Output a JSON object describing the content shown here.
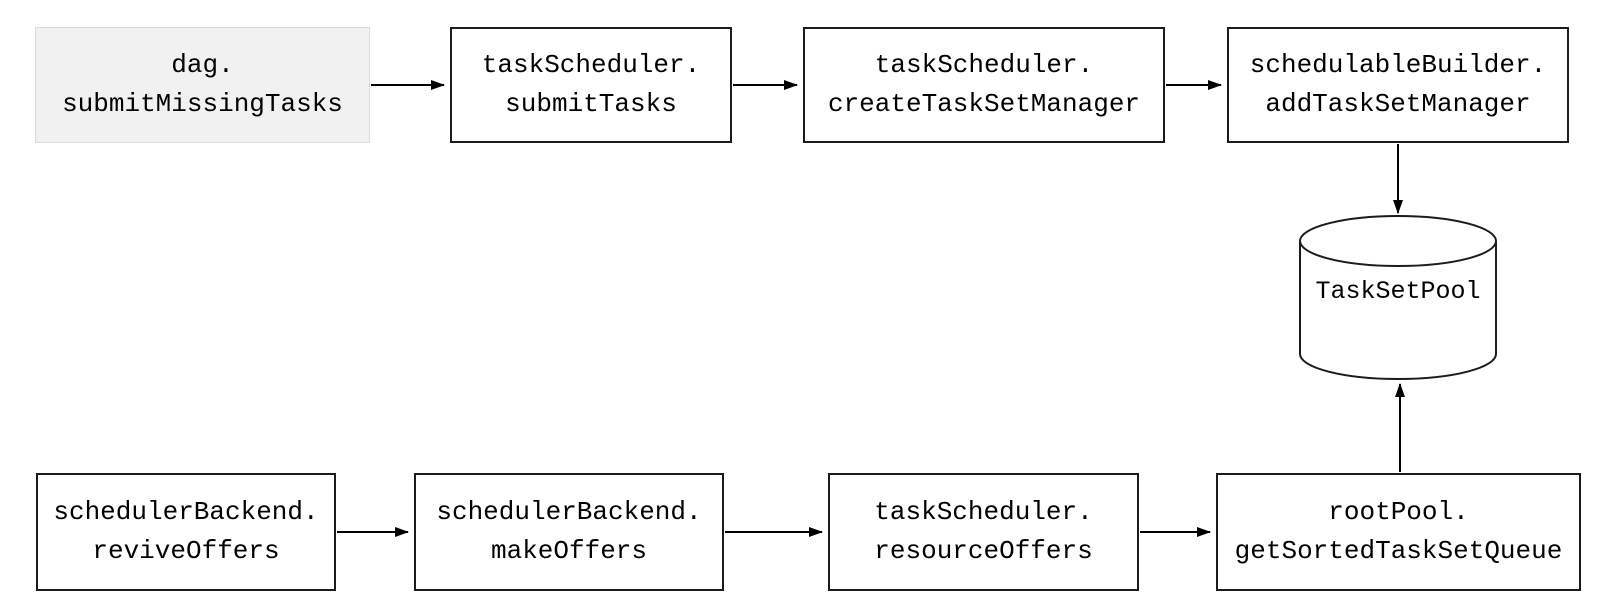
{
  "diagram": {
    "type": "flowchart",
    "background": "#ffffff",
    "colors": {
      "box_fill": "#ffffff",
      "box_border": "#1c1c1c",
      "highlight_fill": "#f1f1f1",
      "highlight_border": "#dcdcdc",
      "arrow": "#000000",
      "text": "#000000"
    },
    "nodes": [
      {
        "id": "dag.submitMissingTasks",
        "line1": "dag.",
        "line2": "submitMissingTasks",
        "shape": "rectangle",
        "variant": "highlighted"
      },
      {
        "id": "taskScheduler.submitTasks",
        "line1": "taskScheduler.",
        "line2": "submitTasks",
        "shape": "rectangle",
        "variant": "plain"
      },
      {
        "id": "taskScheduler.createTaskSetManager",
        "line1": "taskScheduler.",
        "line2": "createTaskSetManager",
        "shape": "rectangle",
        "variant": "plain"
      },
      {
        "id": "schedulableBuilder.addTaskSetManager",
        "line1": "schedulableBuilder.",
        "line2": "addTaskSetManager",
        "shape": "rectangle",
        "variant": "plain"
      },
      {
        "id": "TaskSetPool",
        "label": "TaskSetPool",
        "shape": "cylinder",
        "variant": "datastore"
      },
      {
        "id": "schedulerBackend.reviveOffers",
        "line1": "schedulerBackend.",
        "line2": "reviveOffers",
        "shape": "rectangle",
        "variant": "plain"
      },
      {
        "id": "schedulerBackend.makeOffers",
        "line1": "schedulerBackend.",
        "line2": "makeOffers",
        "shape": "rectangle",
        "variant": "plain"
      },
      {
        "id": "taskScheduler.resourceOffers",
        "line1": "taskScheduler.",
        "line2": "resourceOffers",
        "shape": "rectangle",
        "variant": "plain"
      },
      {
        "id": "rootPool.getSortedTaskSetQueue",
        "line1": "rootPool.",
        "line2": "getSortedTaskSetQueue",
        "shape": "rectangle",
        "variant": "plain"
      }
    ],
    "edges": [
      {
        "from": "dag.submitMissingTasks",
        "to": "taskScheduler.submitTasks",
        "direction": "right"
      },
      {
        "from": "taskScheduler.submitTasks",
        "to": "taskScheduler.createTaskSetManager",
        "direction": "right"
      },
      {
        "from": "taskScheduler.createTaskSetManager",
        "to": "schedulableBuilder.addTaskSetManager",
        "direction": "right"
      },
      {
        "from": "schedulableBuilder.addTaskSetManager",
        "to": "TaskSetPool",
        "direction": "down"
      },
      {
        "from": "schedulerBackend.reviveOffers",
        "to": "schedulerBackend.makeOffers",
        "direction": "right"
      },
      {
        "from": "schedulerBackend.makeOffers",
        "to": "taskScheduler.resourceOffers",
        "direction": "right"
      },
      {
        "from": "taskScheduler.resourceOffers",
        "to": "rootPool.getSortedTaskSetQueue",
        "direction": "right"
      },
      {
        "from": "rootPool.getSortedTaskSetQueue",
        "to": "TaskSetPool",
        "direction": "up"
      }
    ]
  }
}
